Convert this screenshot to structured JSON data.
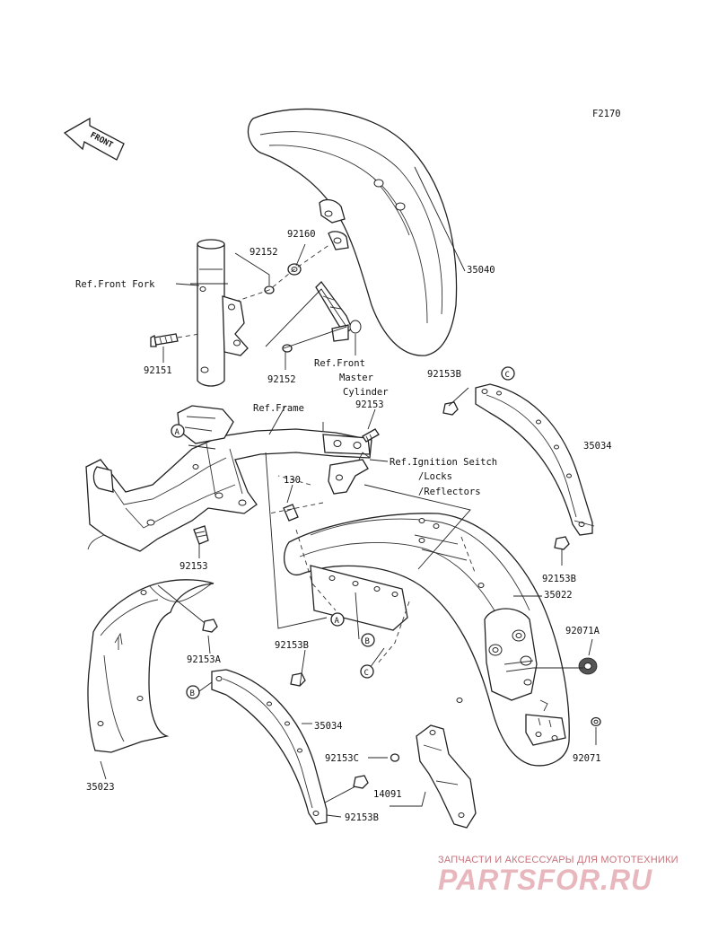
{
  "figure_code": "F2170",
  "front_arrow_label": "FRONT",
  "part_numbers": {
    "p35040": "35040",
    "p92160": "92160",
    "p92152a": "92152",
    "p92152b": "92152",
    "p92151": "92151",
    "p92153a": "92153",
    "p92153b": "92153",
    "p92153B_1": "92153B",
    "p92153B_2": "92153B",
    "p92153B_3": "92153B",
    "p92153B_4": "92153B",
    "p92153C": "92153C",
    "p92153A": "92153A",
    "p35034a": "35034",
    "p35034b": "35034",
    "p35022": "35022",
    "p35023": "35023",
    "p130": "130",
    "p92071A": "92071A",
    "p92071": "92071",
    "p14091": "14091"
  },
  "references": {
    "front_fork": "Ref.Front Fork",
    "frame": "Ref.Frame",
    "master_1": "Ref.Front",
    "master_2": "Master",
    "master_3": "Cylinder",
    "ign_1": "Ref.Ignition Seitch",
    "ign_2": "/Locks",
    "ign_3": "/Reflectors"
  },
  "markers": {
    "A": "A",
    "B": "B",
    "C": "C"
  },
  "watermark": {
    "caption": "ЗАПЧАСТИ И АКСЕССУАРЫ ДЛЯ МОТОТЕХНИКИ",
    "logo": "PARTSFOR.RU"
  }
}
